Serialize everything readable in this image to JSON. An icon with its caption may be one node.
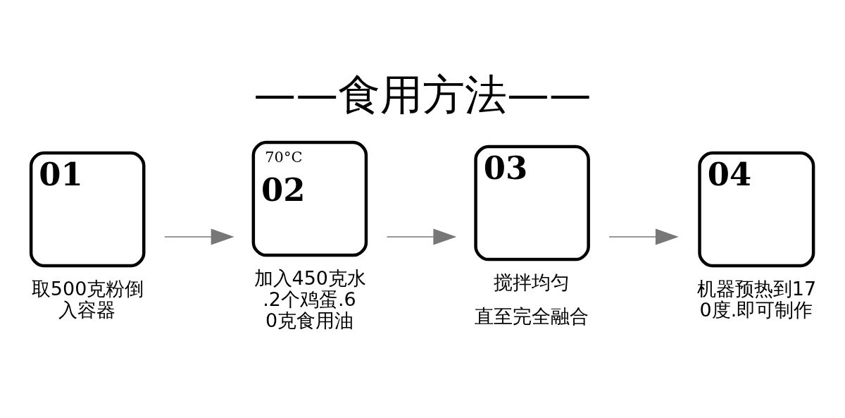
{
  "diagram": {
    "title": "——食用方法——",
    "nodes": [
      {
        "text": [
          "01"
        ],
        "beside": [
          "取500克粉倒入容器"
        ]
      },
      {
        "text": [
          "70°C",
          "02"
        ],
        "beside": [
          "加入450克水.2个鸡蛋.60克食用油"
        ]
      },
      {
        "text": [
          "03"
        ],
        "beside": [
          "搅拌均匀",
          "直至完全融合"
        ]
      },
      {
        "text": [
          "04"
        ],
        "beside": [
          "机器预热到170度.即可制作"
        ]
      }
    ],
    "edges": [
      {
        "from": 0,
        "to": 1,
        "arrow": "to"
      },
      {
        "from": 1,
        "to": 2,
        "arrow": "to"
      },
      {
        "from": 2,
        "to": 3,
        "arrow": "to"
      }
    ]
  }
}
